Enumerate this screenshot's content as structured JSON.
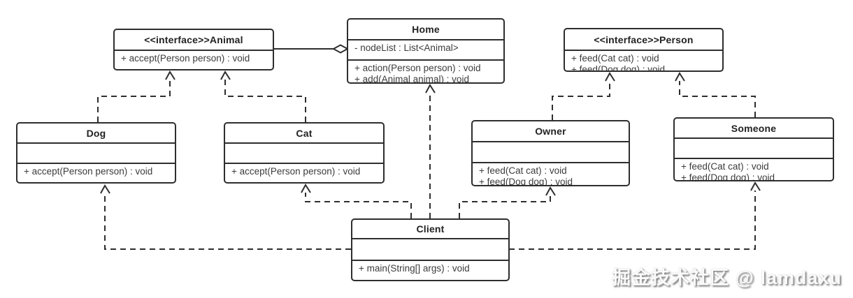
{
  "diagram": {
    "type": "uml-class-diagram",
    "colors": {
      "line": "#2e2e2e",
      "box_background": "#ffffff",
      "text": "#3c3c3c",
      "watermark": "#fafafa"
    }
  },
  "classes": {
    "animal": {
      "title": "<<interface>>Animal",
      "attributes": [],
      "methods": [
        "+ accept(Person person) : void"
      ]
    },
    "home": {
      "title": "Home",
      "attributes": [
        "- nodeList : List<Animal>"
      ],
      "methods": [
        "+ action(Person person) : void",
        "+ add(Animal animal) : void"
      ]
    },
    "person": {
      "title": "<<interface>>Person",
      "attributes": [],
      "methods": [
        "+ feed(Cat cat) : void",
        "+ feed(Dog dog) : void"
      ]
    },
    "dog": {
      "title": "Dog",
      "attributes": [],
      "methods": [
        "+ accept(Person person) : void"
      ]
    },
    "cat": {
      "title": "Cat",
      "attributes": [],
      "methods": [
        "+ accept(Person person) : void"
      ]
    },
    "owner": {
      "title": "Owner",
      "attributes": [],
      "methods": [
        "+ feed(Cat cat) : void",
        "+ feed(Dog dog) : void"
      ]
    },
    "someone": {
      "title": "Someone",
      "attributes": [],
      "methods": [
        "+ feed(Cat cat) : void",
        "+ feed(Dog dog) : void"
      ]
    },
    "client": {
      "title": "Client",
      "attributes": [],
      "methods": [
        "+ main(String[] args) : void"
      ]
    }
  },
  "relationships": [
    {
      "from": "Home",
      "to": "Animal",
      "type": "aggregation"
    },
    {
      "from": "Dog",
      "to": "Animal",
      "type": "realization"
    },
    {
      "from": "Cat",
      "to": "Animal",
      "type": "realization"
    },
    {
      "from": "Owner",
      "to": "Person",
      "type": "realization"
    },
    {
      "from": "Someone",
      "to": "Person",
      "type": "realization"
    },
    {
      "from": "Client",
      "to": "Home",
      "type": "dependency"
    },
    {
      "from": "Client",
      "to": "Dog",
      "type": "dependency"
    },
    {
      "from": "Client",
      "to": "Cat",
      "type": "dependency"
    },
    {
      "from": "Client",
      "to": "Owner",
      "type": "dependency"
    },
    {
      "from": "Client",
      "to": "Someone",
      "type": "dependency"
    }
  ],
  "watermark": {
    "text": "掘金技术社区 @ lamdaxu"
  }
}
